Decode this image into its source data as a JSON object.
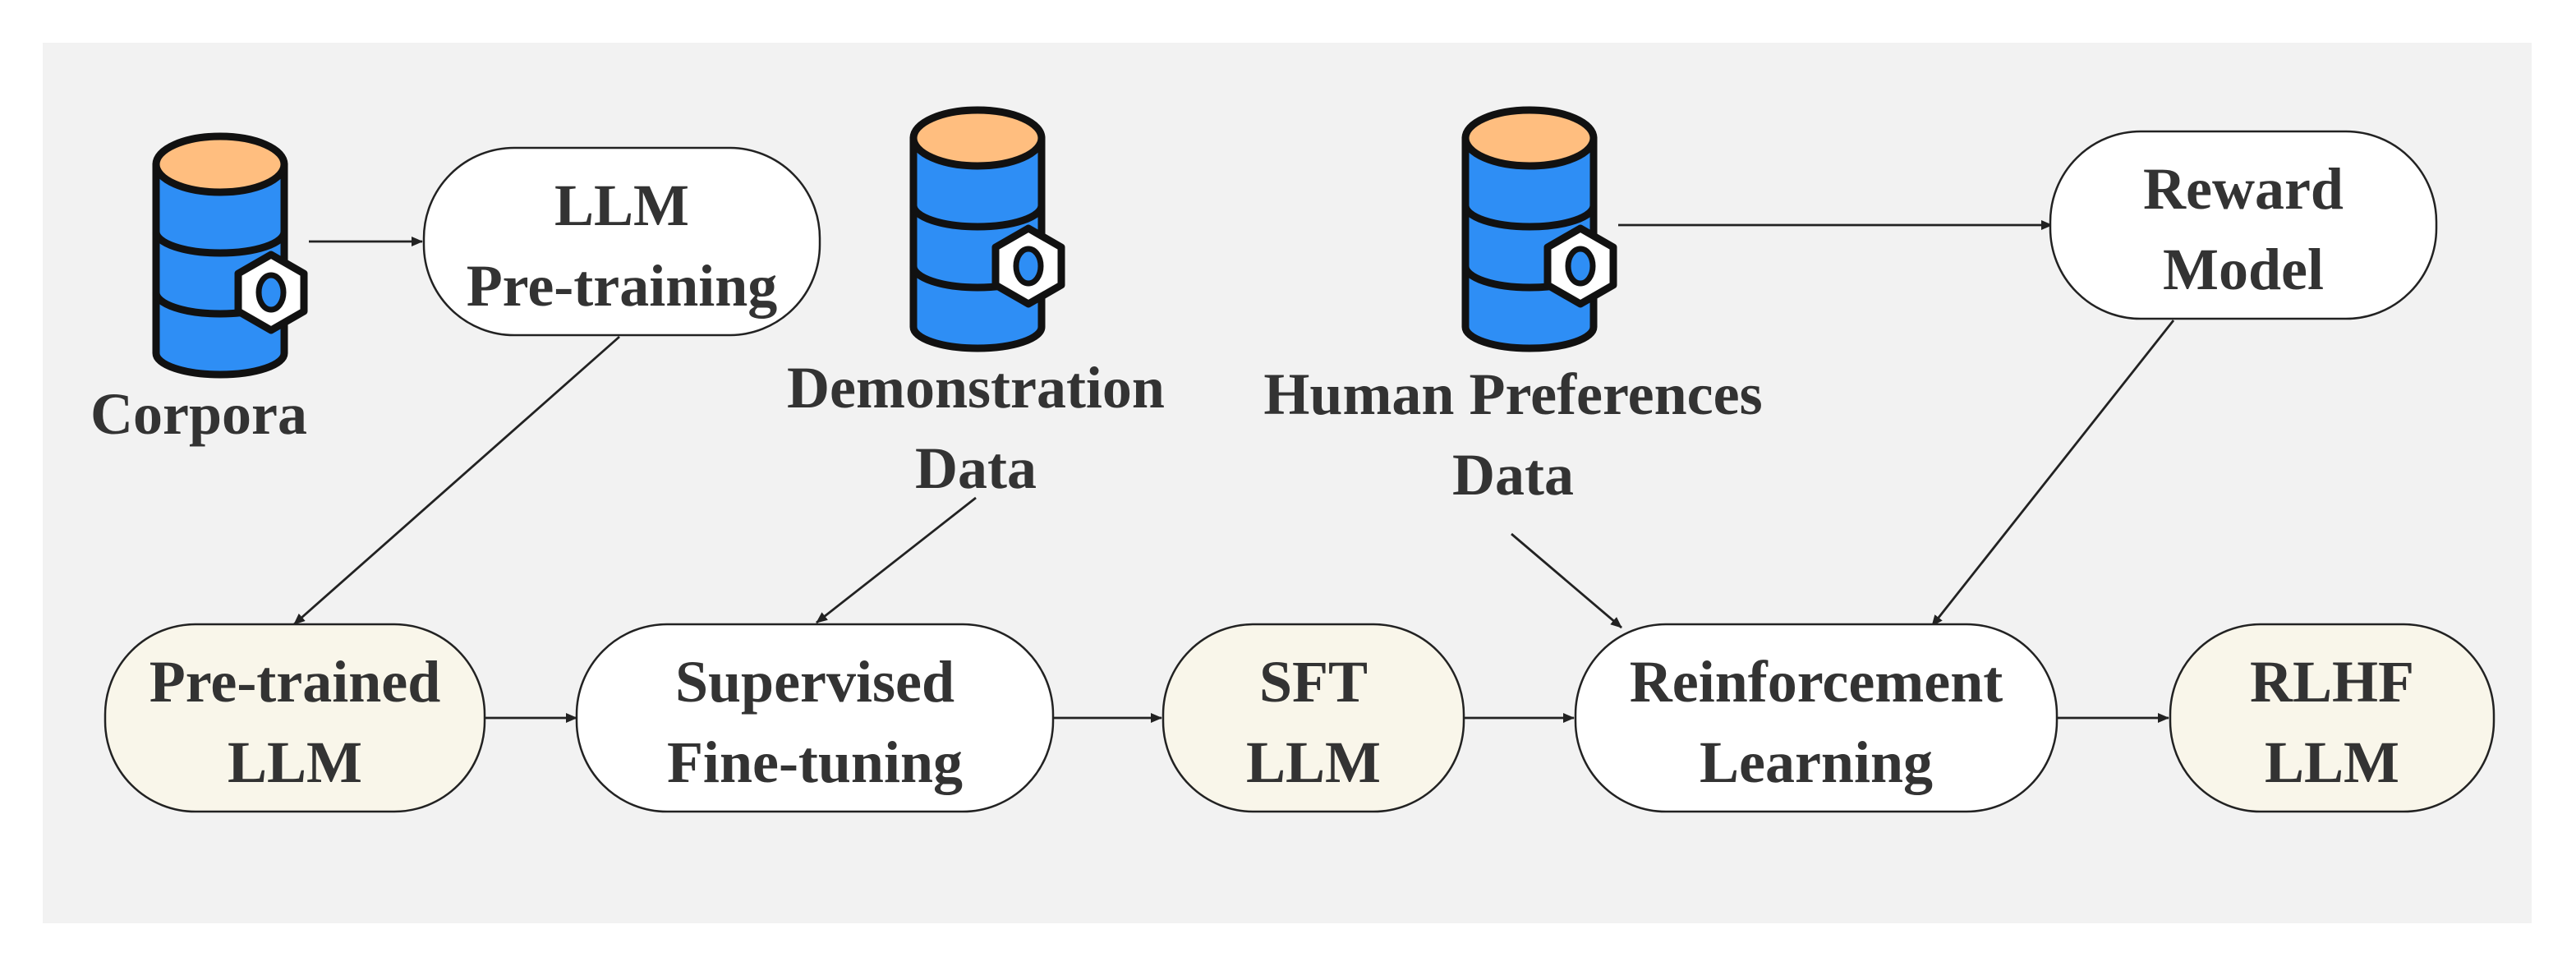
{
  "colors": {
    "panel": "#f2f2f2",
    "process_fill": "#ffffff",
    "model_fill": "#f9f6ea",
    "db_top": "#ffbe7f",
    "db_body": "#2e8ef5",
    "outline": "#111111",
    "text": "#333333"
  },
  "icon": "database-gear-icon",
  "sources": {
    "corpora": {
      "label": "Corpora"
    },
    "demonstration": {
      "line1": "Demonstration",
      "line2": "Data"
    },
    "preferences": {
      "line1": "Human Preferences",
      "line2": "Data"
    }
  },
  "nodes": {
    "llm_pretraining": {
      "line1": "LLM",
      "line2": "Pre-training"
    },
    "reward_model": {
      "line1": "Reward",
      "line2": "Model"
    },
    "pretrained_llm": {
      "line1": "Pre-trained",
      "line2": "LLM"
    },
    "supervised_finetuning": {
      "line1": "Supervised",
      "line2": "Fine-tuning"
    },
    "sft_llm": {
      "line1": "SFT",
      "line2": "LLM"
    },
    "reinforcement_learning": {
      "line1": "Reinforcement",
      "line2": "Learning"
    },
    "rlhf_llm": {
      "line1": "RLHF",
      "line2": "LLM"
    }
  }
}
